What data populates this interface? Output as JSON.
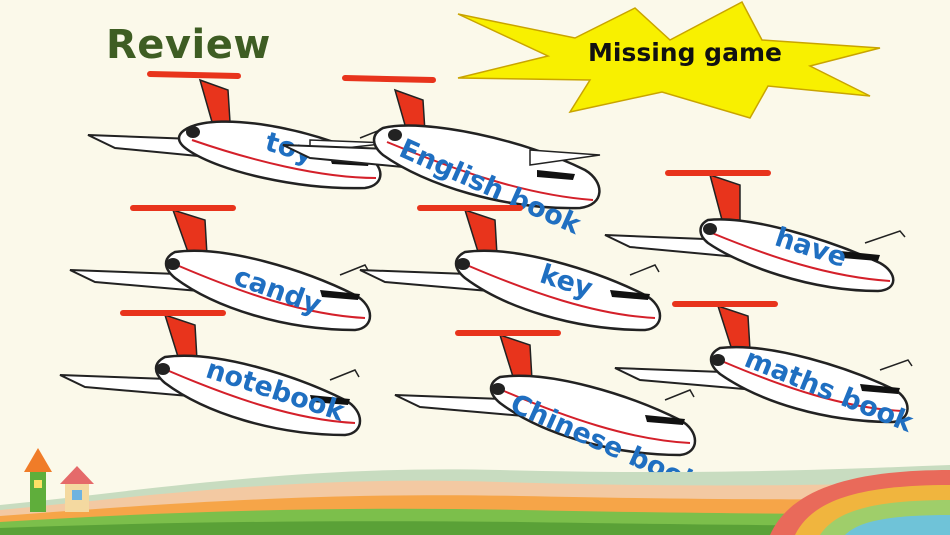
{
  "title": "Review",
  "game_title": "Missing game",
  "colors": {
    "title": "#3e5d23",
    "word": "#1f6fc1",
    "star": "#f8f000",
    "tail": "#e8341c",
    "background": "#fbf9ea"
  },
  "planes": [
    {
      "word": "toy"
    },
    {
      "word": "English book"
    },
    {
      "word": "have"
    },
    {
      "word": "candy"
    },
    {
      "word": "key"
    },
    {
      "word": "notebook"
    },
    {
      "word": "Chinese book"
    },
    {
      "word": "maths book"
    }
  ]
}
